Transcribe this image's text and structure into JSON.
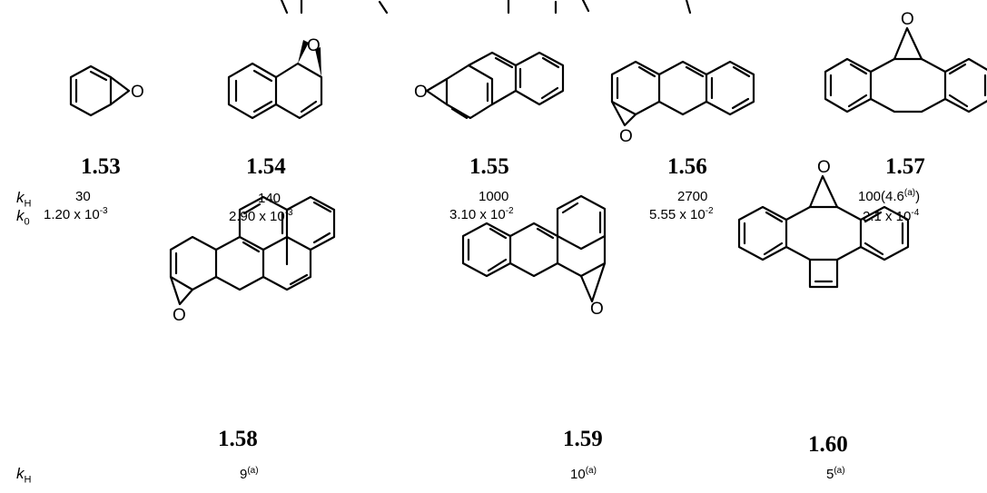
{
  "row_labels": {
    "kH_sym": "k",
    "kH_sub": "H",
    "k0_sym": "k",
    "k0_sub": "0"
  },
  "compounds": [
    {
      "label": "1.53",
      "kH": "30",
      "k0_mant": "1.20 x 10",
      "k0_exp": "-3"
    },
    {
      "label": "1.54",
      "kH": "140",
      "k0_mant": "2.90 x 10",
      "k0_exp": "-3"
    },
    {
      "label": "1.55",
      "kH": "1000",
      "k0_mant": "3.10 x 10",
      "k0_exp": "-2"
    },
    {
      "label": "1.56",
      "kH": "2700",
      "k0_mant": "5.55 x 10",
      "k0_exp": "-2"
    },
    {
      "label": "1.57",
      "kH_main": "100(4.6",
      "kH_sup": "(a)",
      "kH_close": ")",
      "k0_mant": "2.1 x 10",
      "k0_exp": "-4"
    },
    {
      "label": "1.58",
      "kH_base": "9",
      "kH_sup": "(a)"
    },
    {
      "label": "1.59",
      "kH_base": "10",
      "kH_sup": "(a)"
    },
    {
      "label": "1.60",
      "kH_base": "5",
      "kH_sup": "(a)"
    }
  ],
  "atom_symbol": "O"
}
